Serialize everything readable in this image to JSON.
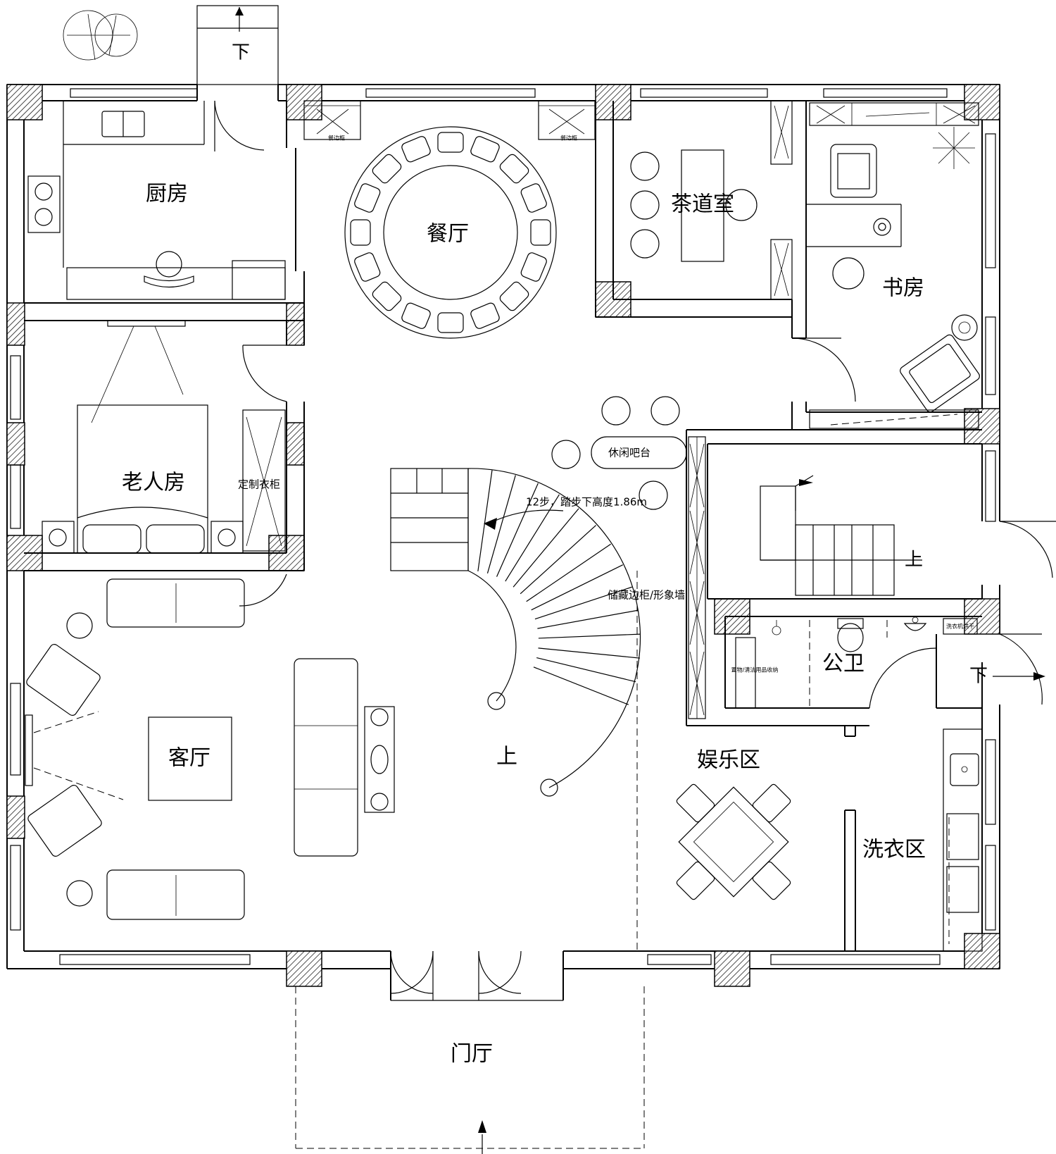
{
  "rooms": {
    "kitchen": "厨房",
    "dining": "餐厅",
    "tea_room": "茶道室",
    "study": "书房",
    "elder_room": "老人房",
    "wardrobe": "定制衣柜",
    "bar": "休闲吧台",
    "living": "客厅",
    "storage_wall": "储藏边柜/形象墙",
    "entertainment": "娱乐区",
    "laundry": "洗衣区",
    "bathroom": "公卫",
    "foyer": "门厅"
  },
  "labels": {
    "side_cabinet_left": "餐边柜",
    "side_cabinet_right": "餐边柜",
    "stair_note": "12步，踏步下高度1.86m",
    "bath_storage": "置物/清洁用品收纳",
    "bath_small": "洗衣机烘干",
    "up_main": "上",
    "up_right": "上",
    "down_top": "下",
    "down_right": "下"
  }
}
